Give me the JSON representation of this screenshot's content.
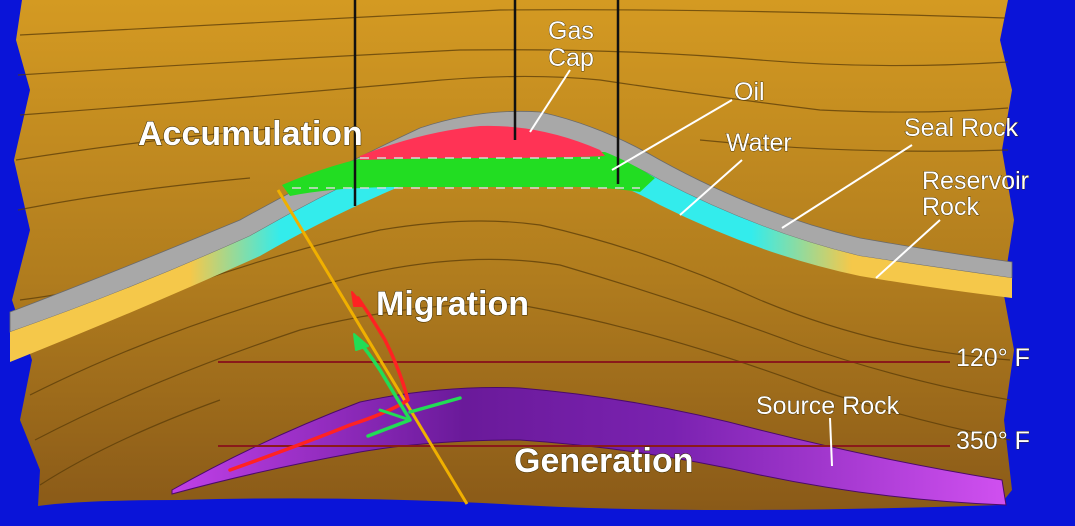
{
  "labels": {
    "accumulation": "Accumulation",
    "migration": "Migration",
    "generation": "Generation",
    "gas_cap_line1": "Gas",
    "gas_cap_line2": "Cap",
    "oil": "Oil",
    "water": "Water",
    "seal_rock": "Seal Rock",
    "reservoir_rock_line1": "Reservoir",
    "reservoir_rock_line2": "Rock",
    "source_rock": "Source Rock",
    "temp_upper": "120° F",
    "temp_lower": "350° F"
  },
  "colors": {
    "background": "#0a14d8",
    "earth": "#b07c1e",
    "seal_rock": "#a8a8a8",
    "reservoir_rock": "#f5c84a",
    "water": "#33ecec",
    "oil": "#22dd22",
    "gas_cap": "#ff3355",
    "source_rock": "#b030e0",
    "fault": "#f0b000",
    "isotherm": "#8a1a1a"
  }
}
